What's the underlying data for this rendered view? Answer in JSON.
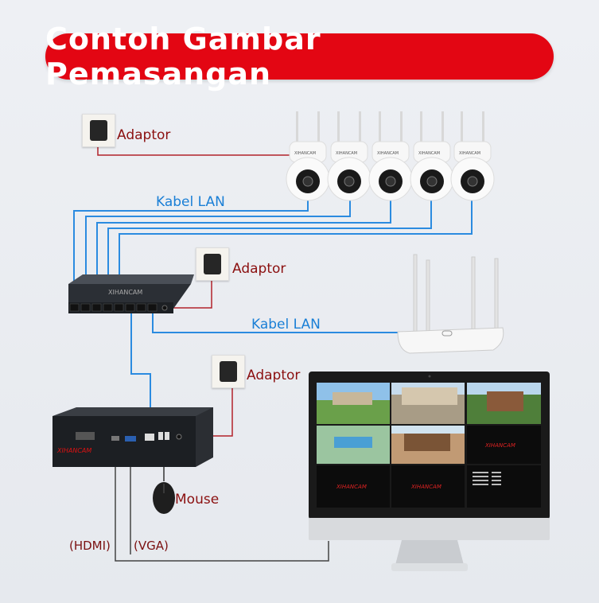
{
  "title": "Contoh Gambar Pemasangan",
  "labels": {
    "adaptor_1": "Adaptor",
    "adaptor_2": "Adaptor",
    "adaptor_3": "Adaptor",
    "lan_cameras": "Kabel LAN",
    "lan_router": "Kabel LAN",
    "mouse": "Mouse",
    "hdmi": "(HDMI)",
    "vga": "(VGA)"
  },
  "brand": {
    "nvr": "XIHANCAM",
    "switch": "XIHANCAM",
    "monitor_tile_1": "XIHANCAM",
    "monitor_tile_2": "XIHANCAM",
    "monitor_tile_3": "XIHANCAM"
  },
  "colors": {
    "banner": "#e30613",
    "lan_cable": "#2b8be0",
    "power_cable": "#b2222a",
    "video_cable": "#333333"
  }
}
